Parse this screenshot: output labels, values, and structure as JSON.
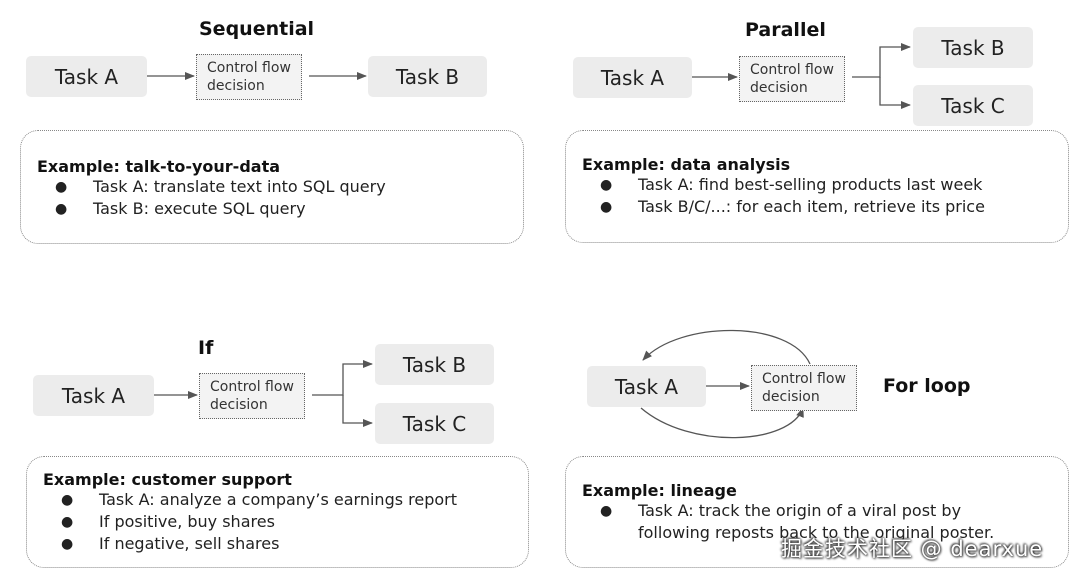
{
  "sequential": {
    "title": "Sequential",
    "task_a": "Task A",
    "control_line1": "Control flow",
    "control_line2": "decision",
    "task_b": "Task B",
    "example_title": "Example: talk-to-your-data",
    "bullets": [
      "Task A: translate text into SQL query",
      "Task B: execute SQL query"
    ]
  },
  "parallel": {
    "title": "Parallel",
    "task_a": "Task A",
    "control_line1": "Control flow",
    "control_line2": "decision",
    "task_b": "Task B",
    "task_c": "Task C",
    "example_title": "Example: data analysis",
    "bullets": [
      "Task A:  find best-selling products last week",
      "Task B/C/...: for each item, retrieve its price"
    ]
  },
  "if": {
    "title": "If",
    "task_a": "Task A",
    "control_line1": "Control flow",
    "control_line2": "decision",
    "task_b": "Task B",
    "task_c": "Task C",
    "example_title": "Example: customer support",
    "bullets": [
      "Task A: analyze a company’s earnings report",
      "If positive, buy shares",
      "If negative, sell shares"
    ]
  },
  "for_loop": {
    "title": "For loop",
    "task_a": "Task A",
    "control_line1": "Control flow",
    "control_line2": "decision",
    "example_title": "Example: lineage",
    "bullet_line1": "Task A:  track the origin of a viral post by",
    "bullet_line2": "following reposts back to the original poster."
  },
  "bullet_glyph": "●",
  "watermark": "掘金技术社区 @ dearxue",
  "colors": {
    "task_fill": "#ececec",
    "arrow": "#555555",
    "border": "#888888"
  }
}
